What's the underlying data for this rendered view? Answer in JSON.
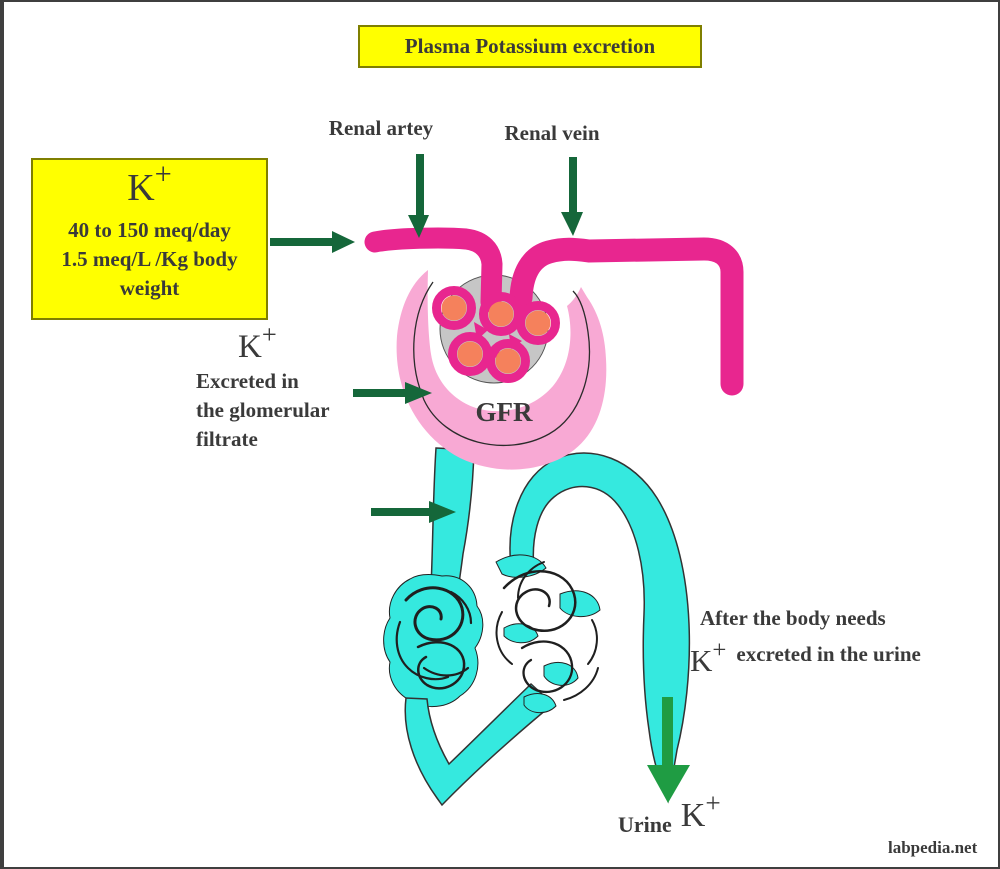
{
  "title": "Plasma Potassium excretion",
  "vessels": {
    "artery_label": "Renal artey",
    "vein_label": "Renal vein"
  },
  "intake_box": {
    "ion": "K",
    "charge": "+",
    "line1": "40 to 150 meq/day",
    "line2": "1.5 meq/L /Kg body",
    "line3": "weight"
  },
  "filtrate_note": {
    "ion": "K",
    "charge": "+",
    "line1": "Excreted in",
    "line2": "the glomerular",
    "line3": "filtrate"
  },
  "glomerulus": {
    "label": "GFR"
  },
  "reabsorption_note": {
    "line1": "After the body needs",
    "ion": "K",
    "charge": "+",
    "line2": "excreted in the urine"
  },
  "urine_label": {
    "word": "Urine",
    "ion": "K",
    "charge": "+"
  },
  "watermark": "labpedia.net",
  "colors": {
    "magenta": "#E8268F",
    "pink": "#F8A9D4",
    "orange": "#F5815C",
    "gray": "#C6C6C6",
    "cyan": "#35E9DF",
    "dark_green": "#15673A",
    "bright_green": "#1F9C43",
    "yellow": "#FFFF00",
    "text": "#3A3A3A"
  }
}
